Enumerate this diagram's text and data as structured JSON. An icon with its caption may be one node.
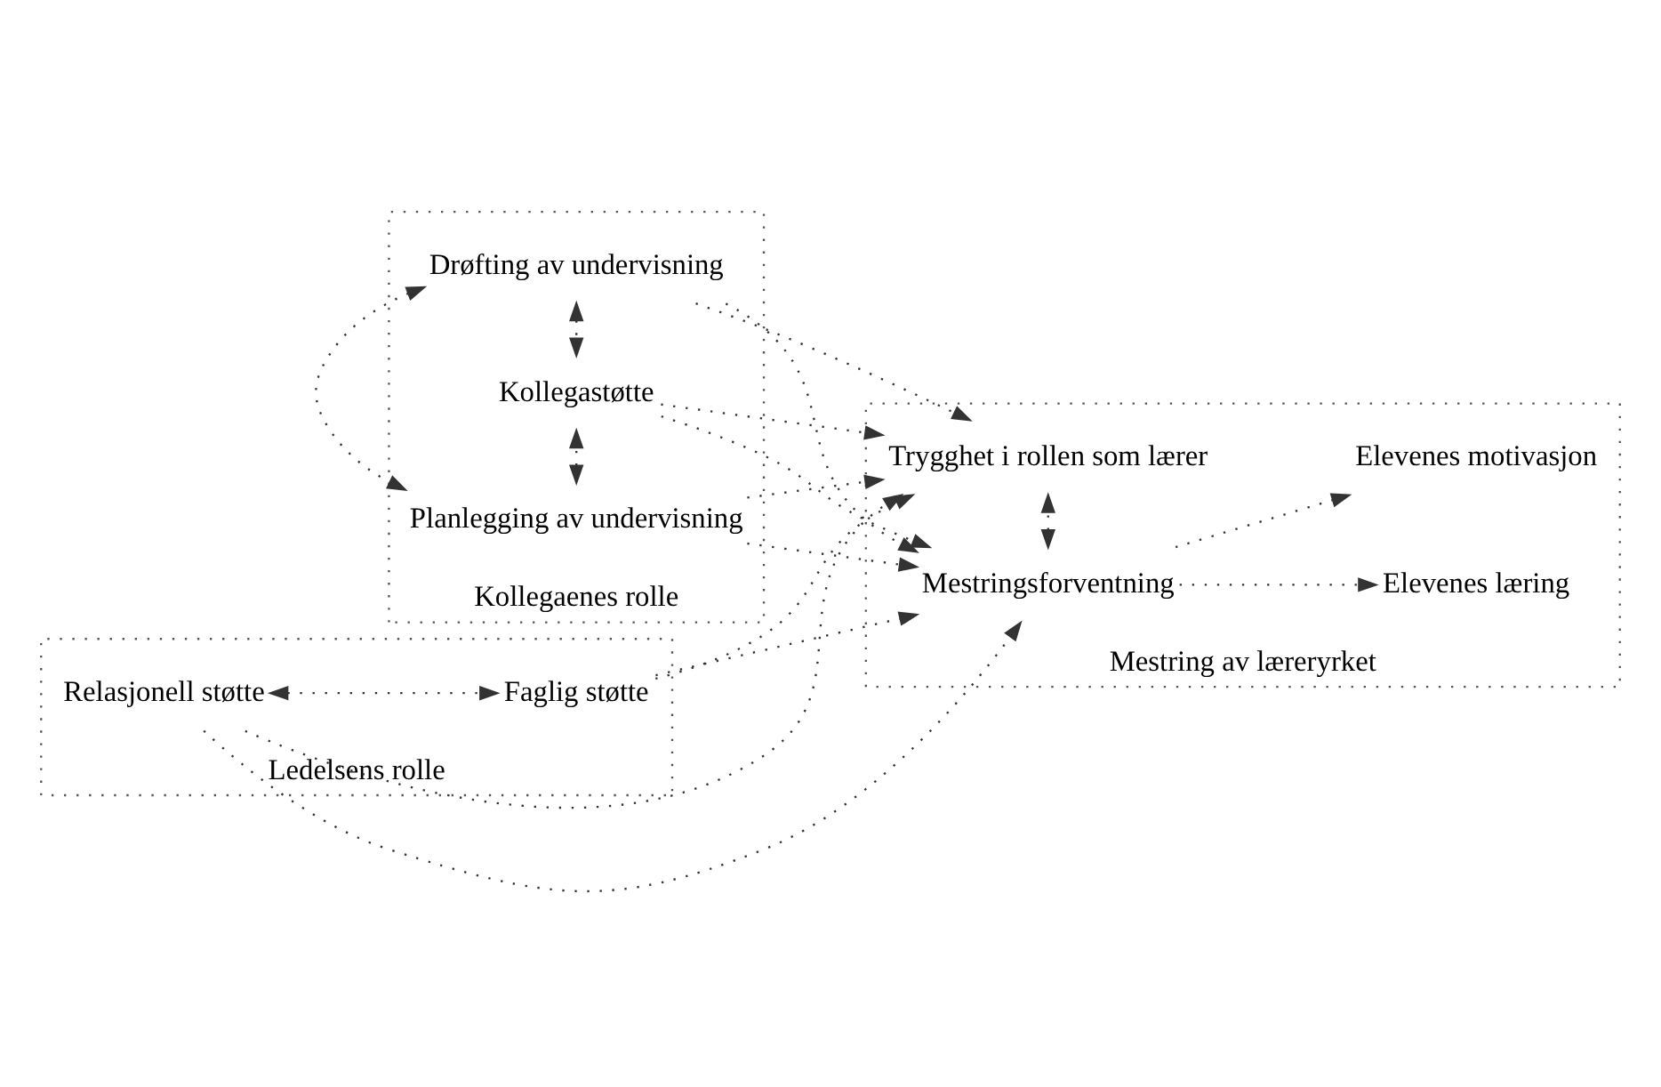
{
  "diagram": {
    "nodes": [
      {
        "text": [
          "Kollegaenes rolle"
        ]
      },
      {
        "text": [
          "Drøfting av undervisning"
        ],
        "in": 0
      },
      {
        "text": [
          "Planlegging av undervisning"
        ],
        "in": 0
      },
      {
        "text": [
          "Kollegastøtte"
        ],
        "in": 0
      },
      {
        "text": [
          "Mestring av læreryrket"
        ]
      },
      {
        "text": [
          "Mestringsforventning"
        ],
        "in": 4
      },
      {
        "text": [
          "Trygghet i rollen som lærer"
        ],
        "in": 4
      },
      {
        "text": [
          "Elevenes læring"
        ],
        "in": 4
      },
      {
        "text": [
          "Elevenes motivasjon"
        ],
        "in": 4
      },
      {
        "text": [
          "Ledelsens rolle"
        ]
      },
      {
        "text": [
          "Relasjonell støtte"
        ],
        "in": 9
      },
      {
        "text": [
          "Faglig støtte"
        ],
        "in": 9
      }
    ],
    "edges": [
      {
        "from": 1,
        "to": 2,
        "arrow": "both"
      },
      {
        "from": 2,
        "to": 3,
        "arrow": "both"
      },
      {
        "from": 1,
        "to": 3,
        "arrow": "both"
      },
      {
        "from": 1,
        "to": 5,
        "arrow": "to"
      },
      {
        "from": 1,
        "to": 6,
        "arrow": "to"
      },
      {
        "from": 2,
        "to": 5,
        "arrow": "to"
      },
      {
        "from": 2,
        "to": 6,
        "arrow": "to"
      },
      {
        "from": 3,
        "to": 5,
        "arrow": "to"
      },
      {
        "from": 3,
        "to": 6,
        "arrow": "to"
      },
      {
        "from": 5,
        "to": 7,
        "arrow": "to"
      },
      {
        "from": 5,
        "to": 8,
        "arrow": "to"
      },
      {
        "from": 5,
        "to": 6,
        "arrow": "both"
      },
      {
        "from": 10,
        "to": 5,
        "arrow": "to"
      },
      {
        "from": 10,
        "to": 6,
        "arrow": "to"
      },
      {
        "from": 11,
        "to": 5,
        "arrow": "to"
      },
      {
        "from": 11,
        "to": 6,
        "arrow": "to"
      },
      {
        "from": 10,
        "to": 11,
        "arrow": "both"
      }
    ]
  }
}
